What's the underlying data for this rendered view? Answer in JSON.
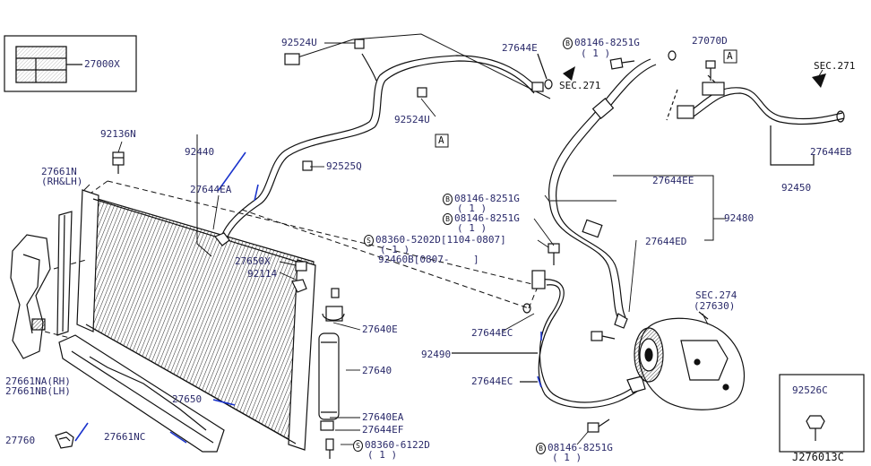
{
  "diagram_id": "J276013C",
  "callouts": {
    "p27000X": "27000X",
    "p92524U_top": "92524U",
    "p27644E": "27644E",
    "b08146_top1": "B",
    "p08146_top1": "08146-8251G",
    "q_top1": "( 1 )",
    "p27070D": "27070D",
    "sec271_mid": "SEC.271",
    "a_ref_top": "A",
    "sec271_right": "SEC.271",
    "p92136N": "92136N",
    "p92440": "92440",
    "p92524U_mid": "92524U",
    "a_ref_mid": "A",
    "p27661N": "27661N",
    "rhlh": "(RH&LH)",
    "p92525Q": "92525Q",
    "p27644EB": "27644EB",
    "p27644EA": "27644EA",
    "p92450": "92450",
    "p27644EE": "27644EE",
    "b08146_mid1": "B",
    "p08146_mid1": "08146-8251G",
    "q_mid1": "( 1 )",
    "p92480": "92480",
    "b08146_mid2": "B",
    "p08146_mid2": "08146-8251G",
    "q_mid2": "( 1 )",
    "s08360_top": "S",
    "p08360_top": "08360-5202D[1104-0807]",
    "q_s_top": "( 1 )",
    "p92460B": "92460B[0807-    ]",
    "p27644ED": "27644ED",
    "p27650X": "27650X",
    "p92114": "92114",
    "sec274": "SEC.274",
    "p27630": "(27630)",
    "p27640E": "27640E",
    "p27644EC_1": "27644EC",
    "p92490": "92490",
    "p27640": "27640",
    "p27661NA": "27661NA(RH)",
    "p27661NB": "27661NB(LH)",
    "p27644EC_2": "27644EC",
    "p92526C": "92526C",
    "p27650": "27650",
    "p27640EA": "27640EA",
    "p27644EF": "27644EF",
    "p27760": "27760",
    "p27661NC": "27661NC",
    "s08360_bot": "S",
    "p08360_bot": "08360-6122D",
    "q_s_bot": "( 1 )",
    "b08146_bot": "B",
    "p08146_bot": "08146-8251G",
    "q_bot": "( 1 )"
  },
  "colors": {
    "line": "#111111",
    "callout_text": "#2a2a6a",
    "leader_highlight": "#1a33cc"
  }
}
